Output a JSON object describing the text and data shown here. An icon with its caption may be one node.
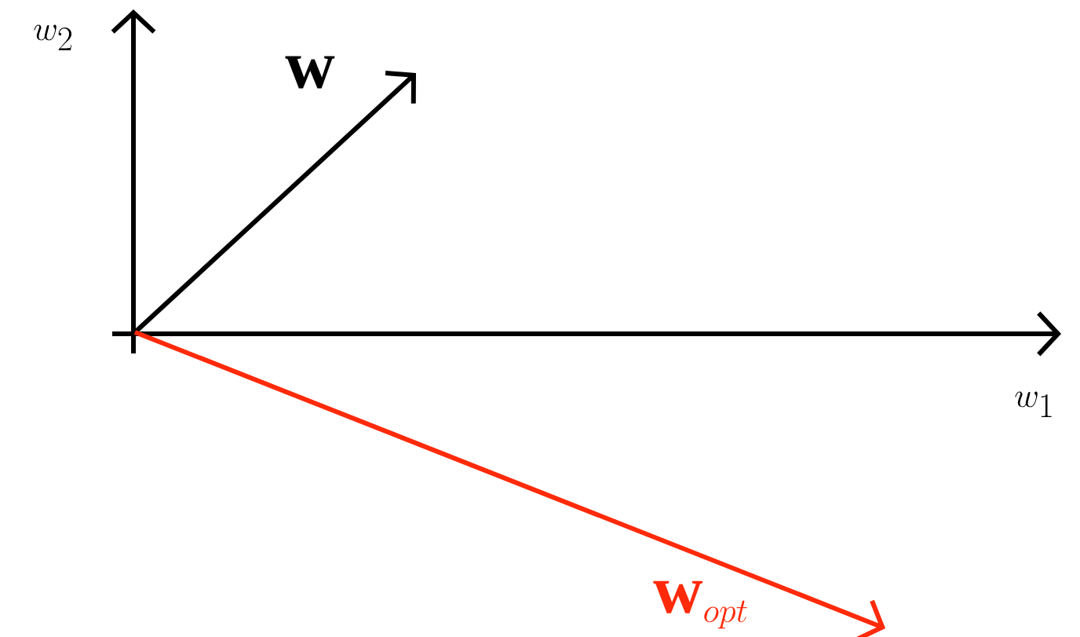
{
  "diagram": {
    "labels": [
      "w_2",
      "\\mathbf{w}",
      "w_1",
      "\\mathbf{w}_{opt}"
    ]
  }
}
